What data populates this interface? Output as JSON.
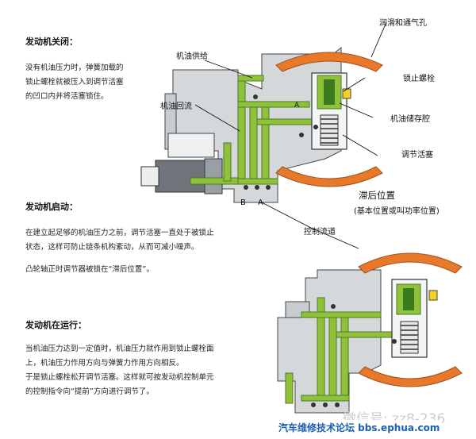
{
  "sections": {
    "off": {
      "title": "发动机关闭：",
      "lines": [
        "没有机油压力时，弹簧加载的",
        "锁止螺栓就被压入到调节活塞",
        "的凹口内并将活塞锁住。"
      ]
    },
    "start": {
      "title": "发动机启动：",
      "lines": [
        "在建立起足够的机油压力之前，调节活塞一直处于被锁止",
        "状态，这样可防止链条机构紊动，从而可减小噪声。"
      ],
      "line_after": "凸轮轴正时调节器被锁在“滞后位置”。"
    },
    "running": {
      "title": "发动机在运行：",
      "lines": [
        "当机油压力达到一定值时，机油压力就作用到锁止螺栓面",
        "上，机油压力作用方向与弹簧力作用方向相反。",
        "于是锁止螺栓松开调节活塞。这样就可按发动机控制单元",
        "的控制指令向“提前”方向进行调节了。"
      ]
    }
  },
  "labels": {
    "lube_vent": "润滑和通气孔",
    "oil_supply": "机油供给",
    "lock_bolt": "锁止螺栓",
    "oil_return": "机油回流",
    "oil_reservoir": "机油储存腔",
    "adjust_piston": "调节活塞",
    "port_a_upper": "A",
    "port_b_lower": "B",
    "port_a_lower": "A",
    "retard_position": "滞后位置",
    "retard_note": "(基本位置或叫功率位置)",
    "control_channel": "控制流道"
  },
  "watermark": {
    "wechat": "微信号: zz8-236",
    "forum": "汽车维修技术论坛 bbs.ephua.com"
  },
  "colors": {
    "orange": "#e8782a",
    "green": "#8fc23a",
    "dark_green": "#4c7a22",
    "housing": "#bfc4c8",
    "housing_light": "#dfe2e5",
    "outline": "#3a3a3a"
  }
}
